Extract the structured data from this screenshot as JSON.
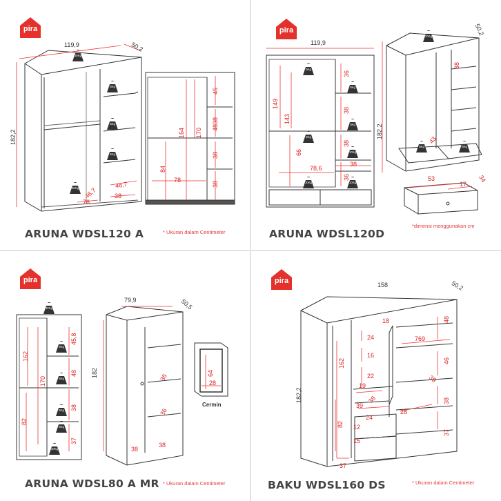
{
  "brand": {
    "logo_text": "pira",
    "logo_color": "#e4312b"
  },
  "panels": [
    {
      "title": "ARUNA WDSL120 A",
      "note": "* Ukuran dalam Centimeter",
      "dims": {
        "width": "119,9",
        "depth": "50,2",
        "height": "182,2",
        "w78": "78",
        "w38": "38",
        "d46": "46,7",
        "d46b": "46,7"
      },
      "weights": {
        "top": "30Kg",
        "shelf1": "5Kg",
        "shelf2": "5Kg",
        "shelf3": "5Kg",
        "bottom": "30Kg"
      },
      "front": {
        "h164": "164",
        "h170": "170",
        "h84": "84",
        "w78": "78",
        "s45": "45",
        "s38a": "38",
        "s48": "48",
        "s38b": "38",
        "s38c": "38"
      }
    },
    {
      "title": "ARUNA WDSL120D",
      "note": "*dimensi menggunakan cm",
      "dims": {
        "width": "119,9",
        "depth": "50,2",
        "height": "182,2",
        "h149": "149",
        "h143": "143",
        "h66": "66",
        "w786": "78,6",
        "s36a": "36",
        "s38a": "38",
        "s38b": "38",
        "s38c": "38",
        "s36b": "36",
        "d38": "38",
        "d43": "43",
        "w53": "53",
        "w17": "17",
        "d34": "34"
      },
      "weights": {
        "top": "10Kg",
        "w2": "5Kg",
        "w3": "5Kg",
        "w4": "5Kg",
        "w5": "5Kg",
        "w6": "10Kg",
        "w7": "10Kg",
        "w8": "5Kg",
        "w9": "5Kg",
        "w10": "10Kg"
      }
    },
    {
      "title": "ARUNA WDSL80 A MR",
      "note": "* Ukuran dalam Centimeter",
      "dims": {
        "width": "79,9",
        "depth": "50,5",
        "height": "182",
        "h162": "162",
        "h170": "170",
        "h82": "82",
        "s458": "45,8",
        "s48": "48",
        "s38": "38",
        "s37": "37",
        "d36a": "36",
        "d36b": "36",
        "b38a": "38",
        "b38b": "38",
        "m64": "64",
        "m28": "28"
      },
      "weights": {
        "top": "30Kg",
        "w2": "5Kg",
        "w3": "5Kg",
        "w4": "5Kg",
        "w5": "5Kg",
        "w6": "30Kg"
      },
      "mirror_label": "Cermin"
    },
    {
      "title": "BAKU WDSL160 DS",
      "note": "* Ukuran dalam Centimeter",
      "dims": {
        "width": "158",
        "depth": "50,2",
        "height": "182,2",
        "h162": "162",
        "h82": "82",
        "w37": "37",
        "s18": "18",
        "s24": "24",
        "s16": "16",
        "s22": "22",
        "s19": "19",
        "s38": "38",
        "s39": "39",
        "s24b": "24",
        "s12": "12",
        "s15": "15",
        "w769": "769",
        "s48": "48",
        "s46": "46",
        "s39b": "39",
        "s38b": "38",
        "s37b": "37",
        "s28": "28"
      }
    }
  ]
}
